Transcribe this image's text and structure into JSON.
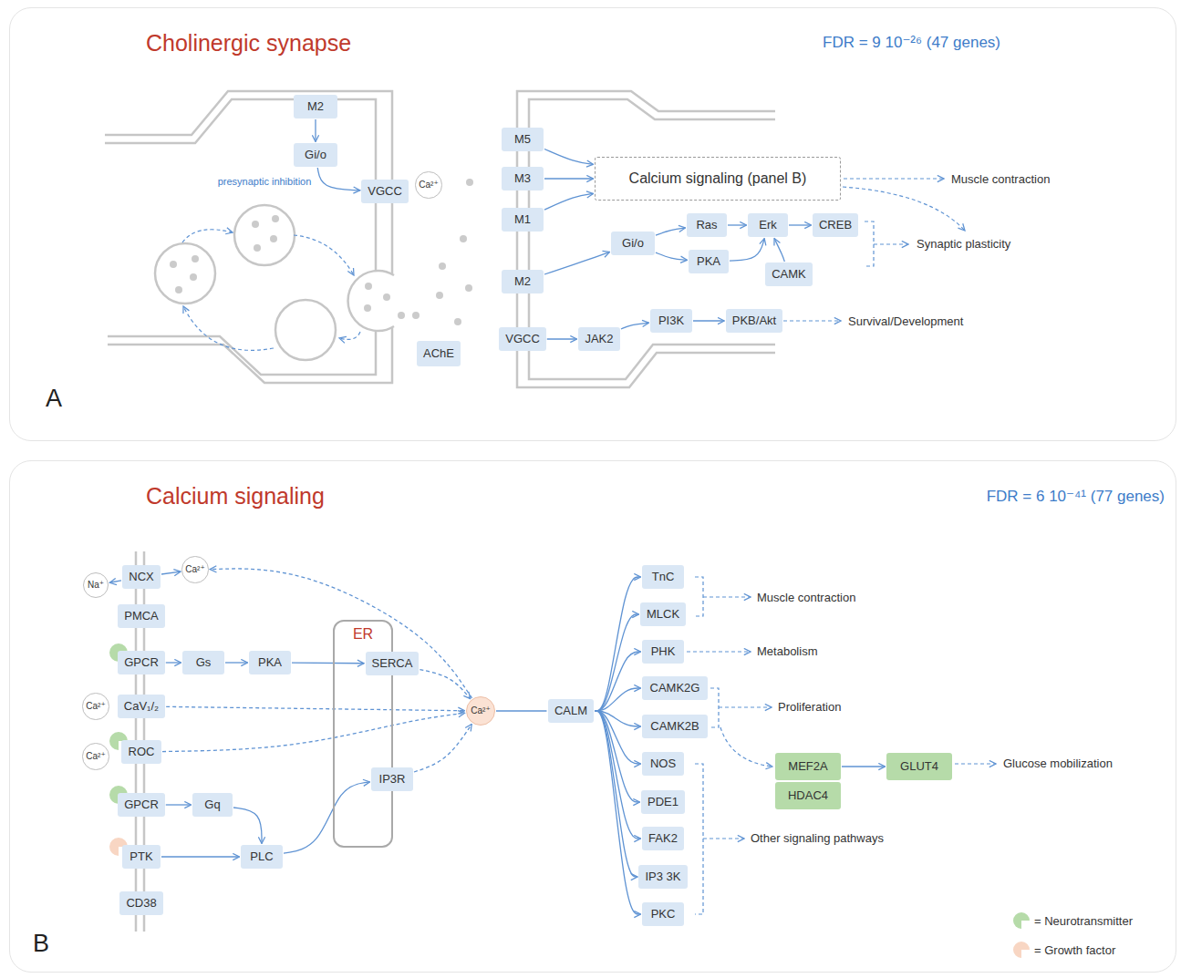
{
  "diagram": {
    "nodes": [
      {
        "text": [
          "Cholinergic synapse",
          "FDR = 9 10⁻²⁶ (47 genes)",
          "A"
        ]
      },
      {
        "text": [
          "M2"
        ],
        "in": 0
      },
      {
        "text": [
          "Gi/o"
        ],
        "in": 0
      },
      {
        "text": [
          "VGCC"
        ],
        "in": 0
      },
      {
        "text": [
          "Ca²⁺"
        ],
        "in": 0
      },
      {
        "text": [
          "AChE"
        ],
        "in": 0
      },
      {
        "text": [
          "M5"
        ],
        "in": 0
      },
      {
        "text": [
          "M3"
        ],
        "in": 0
      },
      {
        "text": [
          "M1"
        ],
        "in": 0
      },
      {
        "text": [
          "M2"
        ],
        "in": 0
      },
      {
        "text": [
          "VGCC"
        ],
        "in": 0
      },
      {
        "text": [
          "Calcium signaling (panel B)"
        ],
        "in": 0
      },
      {
        "text": [
          "Gi/o"
        ],
        "in": 0
      },
      {
        "text": [
          "Ras"
        ],
        "in": 0
      },
      {
        "text": [
          "PKA"
        ],
        "in": 0
      },
      {
        "text": [
          "Erk"
        ],
        "in": 0
      },
      {
        "text": [
          "CREB"
        ],
        "in": 0
      },
      {
        "text": [
          "CAMK"
        ],
        "in": 0
      },
      {
        "text": [
          "JAK2"
        ],
        "in": 0
      },
      {
        "text": [
          "PI3K"
        ],
        "in": 0
      },
      {
        "text": [
          "PKB/Akt"
        ],
        "in": 0
      },
      {
        "text": [
          "Calcium signaling",
          "FDR = 6 10⁻⁴¹ (77 genes)",
          "B"
        ]
      },
      {
        "text": [
          "NCX"
        ],
        "in": 21
      },
      {
        "text": [
          "Na⁺"
        ],
        "in": 21
      },
      {
        "text": [
          "Ca²⁺"
        ],
        "in": 21
      },
      {
        "text": [
          "PMCA"
        ],
        "in": 21
      },
      {
        "text": [
          "GPCR"
        ],
        "in": 21
      },
      {
        "text": [
          "Gs"
        ],
        "in": 21
      },
      {
        "text": [
          "PKA"
        ],
        "in": 21
      },
      {
        "text": [
          "ER"
        ],
        "in": 21
      },
      {
        "text": [
          "SERCA"
        ],
        "in": 29
      },
      {
        "text": [
          "IP3R"
        ],
        "in": 29
      },
      {
        "text": [
          "Ca²⁺"
        ],
        "in": 21
      },
      {
        "text": [
          "CaV₁/₂"
        ],
        "in": 21
      },
      {
        "text": [
          "Ca²⁺"
        ],
        "in": 21
      },
      {
        "text": [
          "ROC"
        ],
        "in": 21
      },
      {
        "text": [
          "GPCR"
        ],
        "in": 21
      },
      {
        "text": [
          "Gq"
        ],
        "in": 21
      },
      {
        "text": [
          "PTK"
        ],
        "in": 21
      },
      {
        "text": [
          "PLC"
        ],
        "in": 21
      },
      {
        "text": [
          "CD38"
        ],
        "in": 21
      },
      {
        "text": [
          "Ca²⁺"
        ],
        "in": 21
      },
      {
        "text": [
          "CALM"
        ],
        "in": 21
      },
      {
        "text": [
          "TnC"
        ],
        "in": 21
      },
      {
        "text": [
          "MLCK"
        ],
        "in": 21
      },
      {
        "text": [
          "PHK"
        ],
        "in": 21
      },
      {
        "text": [
          "CAMK2G"
        ],
        "in": 21
      },
      {
        "text": [
          "CAMK2B"
        ],
        "in": 21
      },
      {
        "text": [
          "MEF2A"
        ],
        "in": 21
      },
      {
        "text": [
          "HDAC4"
        ],
        "in": 21
      },
      {
        "text": [
          "GLUT4"
        ],
        "in": 21
      },
      {
        "text": [
          "NOS"
        ],
        "in": 21
      },
      {
        "text": [
          "PDE1"
        ],
        "in": 21
      },
      {
        "text": [
          "FAK2"
        ],
        "in": 21
      },
      {
        "text": [
          "IP3 3K"
        ],
        "in": 21
      },
      {
        "text": [
          "PKC"
        ],
        "in": 21
      }
    ],
    "edges": [
      {
        "from": 1,
        "to": 2,
        "arrow": "to"
      },
      {
        "from": 2,
        "to": 3,
        "label": "presynaptic inhibition",
        "arrow": "to"
      },
      {
        "from": 6,
        "to": 11,
        "arrow": "to"
      },
      {
        "from": 7,
        "to": 11,
        "arrow": "to"
      },
      {
        "from": 8,
        "to": 11,
        "arrow": "to"
      },
      {
        "from": 9,
        "to": 12,
        "arrow": "to"
      },
      {
        "from": 12,
        "to": 13,
        "arrow": "to"
      },
      {
        "from": 12,
        "to": 14,
        "arrow": "to"
      },
      {
        "from": 13,
        "to": 15,
        "arrow": "to"
      },
      {
        "from": 14,
        "to": 15,
        "arrow": "to"
      },
      {
        "from": 17,
        "to": 15,
        "arrow": "to"
      },
      {
        "from": 15,
        "to": 16,
        "arrow": "to"
      },
      {
        "from": 10,
        "to": 18,
        "arrow": "to"
      },
      {
        "from": 18,
        "to": 19,
        "arrow": "to"
      },
      {
        "from": 19,
        "to": 20,
        "arrow": "to"
      },
      {
        "from": 22,
        "to": 23,
        "arrow": "to"
      },
      {
        "from": 22,
        "to": 24,
        "arrow": "to"
      },
      {
        "from": 41,
        "to": 24,
        "arrow": "to"
      },
      {
        "from": 26,
        "to": 27,
        "arrow": "to"
      },
      {
        "from": 27,
        "to": 28,
        "arrow": "to"
      },
      {
        "from": 28,
        "to": 30,
        "arrow": "to"
      },
      {
        "from": 30,
        "to": 41,
        "arrow": "to"
      },
      {
        "from": 33,
        "to": 41,
        "arrow": "to"
      },
      {
        "from": 35,
        "to": 41,
        "arrow": "to"
      },
      {
        "from": 36,
        "to": 37,
        "arrow": "to"
      },
      {
        "from": 37,
        "to": 39,
        "arrow": "to"
      },
      {
        "from": 38,
        "to": 39,
        "arrow": "to"
      },
      {
        "from": 39,
        "to": 31,
        "arrow": "to"
      },
      {
        "from": 31,
        "to": 41,
        "arrow": "to"
      },
      {
        "from": 41,
        "to": 42,
        "arrow": "none"
      },
      {
        "from": 42,
        "to": 43,
        "arrow": "to"
      },
      {
        "from": 42,
        "to": 44,
        "arrow": "to"
      },
      {
        "from": 42,
        "to": 45,
        "arrow": "to"
      },
      {
        "from": 42,
        "to": 46,
        "arrow": "to"
      },
      {
        "from": 42,
        "to": 47,
        "arrow": "to"
      },
      {
        "from": 42,
        "to": 51,
        "arrow": "to"
      },
      {
        "from": 42,
        "to": 52,
        "arrow": "to"
      },
      {
        "from": 42,
        "to": 53,
        "arrow": "to"
      },
      {
        "from": 42,
        "to": 54,
        "arrow": "to"
      },
      {
        "from": 42,
        "to": 55,
        "arrow": "to"
      },
      {
        "from": 48,
        "to": 50,
        "arrow": "to"
      }
    ],
    "labels": [
      "Muscle contraction",
      "Synaptic plasticity",
      "Survival/Development",
      "Muscle contraction",
      "Metabolism",
      "Proliferation",
      "Glucose mobilization",
      "Other signaling pathways"
    ],
    "legend": [
      {
        "text": "= Neurotransmitter",
        "color": "#b6dba9"
      },
      {
        "text": "= Growth factor",
        "color": "#f8d6c3"
      }
    ]
  }
}
